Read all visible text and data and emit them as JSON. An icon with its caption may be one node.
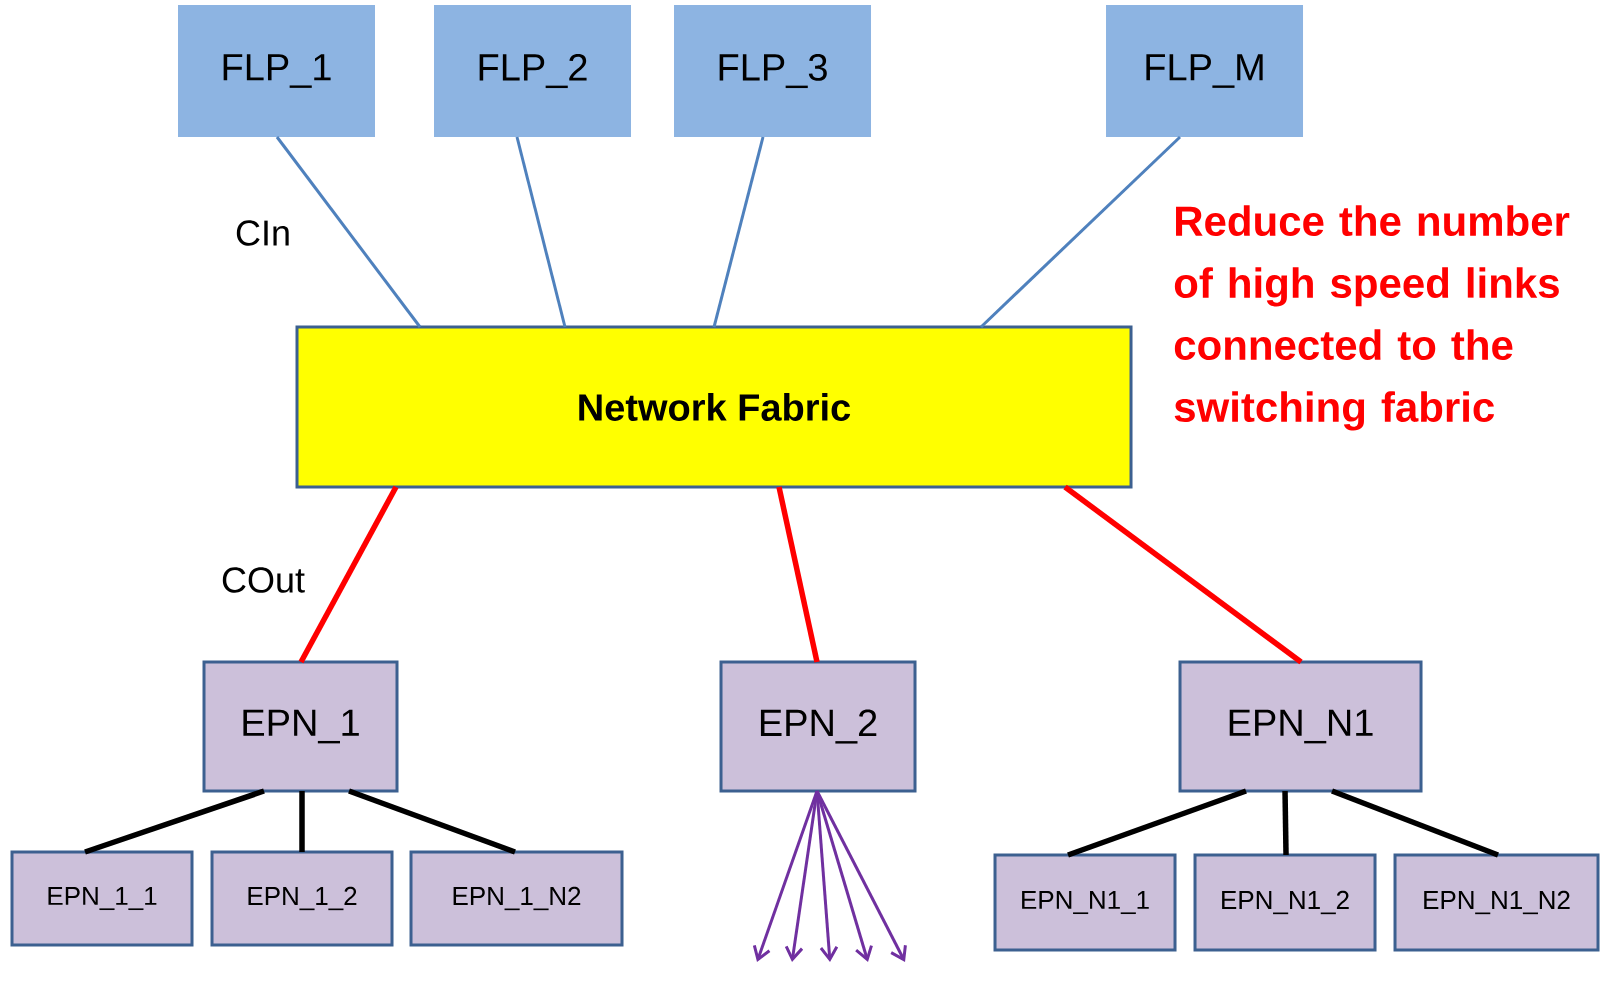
{
  "diagram": {
    "nodes": [
      {
        "text": [
          "FLP_1"
        ]
      },
      {
        "text": [
          "FLP_2"
        ]
      },
      {
        "text": [
          "FLP_3"
        ]
      },
      {
        "text": [
          "FLP_M"
        ]
      },
      {
        "text": [
          "Network Fabric"
        ]
      },
      {
        "text": [
          "EPN_1"
        ]
      },
      {
        "text": [
          "EPN_2"
        ]
      },
      {
        "text": [
          "EPN_N1"
        ]
      },
      {
        "text": [
          "EPN_1_1"
        ]
      },
      {
        "text": [
          "EPN_1_2"
        ]
      },
      {
        "text": [
          "EPN_1_N2"
        ]
      },
      {
        "text": [
          "EPN_N1_1"
        ]
      },
      {
        "text": [
          "EPN_N1_2"
        ]
      },
      {
        "text": [
          "EPN_N1_N2"
        ]
      }
    ],
    "edges": [
      {
        "from": 0,
        "to": 4,
        "arrow": "none",
        "color": "#4f81bd"
      },
      {
        "from": 1,
        "to": 4,
        "arrow": "none",
        "color": "#4f81bd"
      },
      {
        "from": 2,
        "to": 4,
        "arrow": "none",
        "color": "#4f81bd"
      },
      {
        "from": 3,
        "to": 4,
        "arrow": "none",
        "color": "#4f81bd"
      },
      {
        "from": 4,
        "to": 5,
        "arrow": "none",
        "style": "thick",
        "color": "#ff0000"
      },
      {
        "from": 4,
        "to": 6,
        "arrow": "none",
        "style": "thick",
        "color": "#ff0000"
      },
      {
        "from": 4,
        "to": 7,
        "arrow": "none",
        "style": "thick",
        "color": "#ff0000"
      },
      {
        "from": 5,
        "to": 8,
        "arrow": "none",
        "style": "thick"
      },
      {
        "from": 5,
        "to": 9,
        "arrow": "none",
        "style": "thick"
      },
      {
        "from": 5,
        "to": 10,
        "arrow": "none",
        "style": "thick"
      },
      {
        "from": 7,
        "to": 11,
        "arrow": "none",
        "style": "thick"
      },
      {
        "from": 7,
        "to": 12,
        "arrow": "none",
        "style": "thick"
      },
      {
        "from": 7,
        "to": 13,
        "arrow": "none",
        "style": "thick"
      },
      {
        "from": 6,
        "to": null,
        "arrow": "to",
        "color": "#7030a0"
      },
      {
        "from": 6,
        "to": null,
        "arrow": "to",
        "color": "#7030a0"
      },
      {
        "from": 6,
        "to": null,
        "arrow": "to",
        "color": "#7030a0"
      },
      {
        "from": 6,
        "to": null,
        "arrow": "to",
        "color": "#7030a0"
      },
      {
        "from": 6,
        "to": null,
        "arrow": "to",
        "color": "#7030a0"
      }
    ],
    "labels": [
      "CIn",
      "COut",
      "Reduce the number of high speed links connected to the switching fabric"
    ]
  }
}
